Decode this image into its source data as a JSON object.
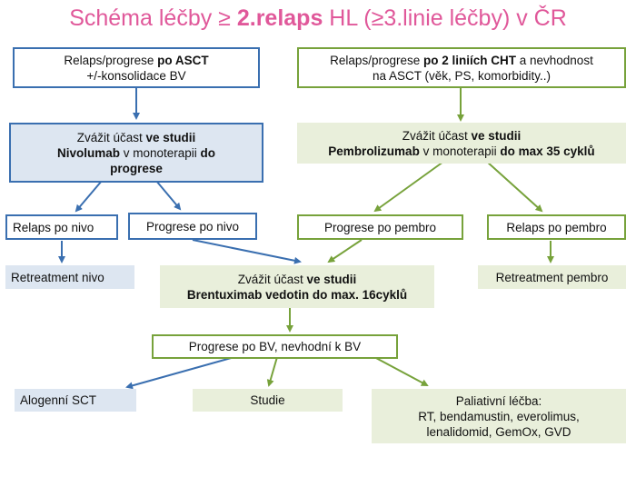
{
  "title": {
    "part1": "Schéma léčby ≥ ",
    "bold": "2.relaps",
    "part2": " HL (≥3.linie léčby) v ČR"
  },
  "colors": {
    "blue": "#3a6fb0",
    "green": "#77a23b",
    "title": "#e0589a",
    "blue_fill": "#dde6f1",
    "green_fill": "#e9efdb"
  },
  "boxes": {
    "asct": {
      "l1a": "Relaps/progrese ",
      "l1b": "po ASCT",
      "l2": "+/-konsolidace BV"
    },
    "cht": {
      "l1a": "Relaps/progrese ",
      "l1b": "po 2 liniích CHT",
      "l1c": " a nevhodnost",
      "l2": "na ASCT (věk, PS, komorbidity..)"
    },
    "nivo": {
      "l1a": "Zvážit účast ",
      "l1b": "ve studii",
      "l2a": "Nivolumab",
      "l2b": " v monoterapii ",
      "l2c": "do",
      "l3": "progrese"
    },
    "pembro": {
      "l1a": "Zvážit účast ",
      "l1b": "ve studii",
      "l2a": "Pembrolizumab",
      "l2b": " v monoterapii ",
      "l2c": "do max 35 cyklů"
    },
    "relaps_nivo": "Relaps po nivo",
    "progrese_nivo": "Progrese po nivo",
    "progrese_pembro": "Progrese po pembro",
    "relaps_pembro": "Relaps po pembro",
    "retreat_nivo": "Retreatment nivo",
    "retreat_pembro": "Retreatment pembro",
    "bv": {
      "l1a": "Zvážit účast ",
      "l1b": "ve studii",
      "l2": "Brentuximab vedotin do max. 16cyklů"
    },
    "progrese_bv": "Progrese po BV, nevhodní k BV",
    "alogenni": "Alogenní SCT",
    "studie": "Studie",
    "paliativni": {
      "l1": "Paliativní léčba:",
      "l2": "RT, bendamustin, everolimus,",
      "l3": "lenalidomid, GemOx, GVD"
    }
  }
}
